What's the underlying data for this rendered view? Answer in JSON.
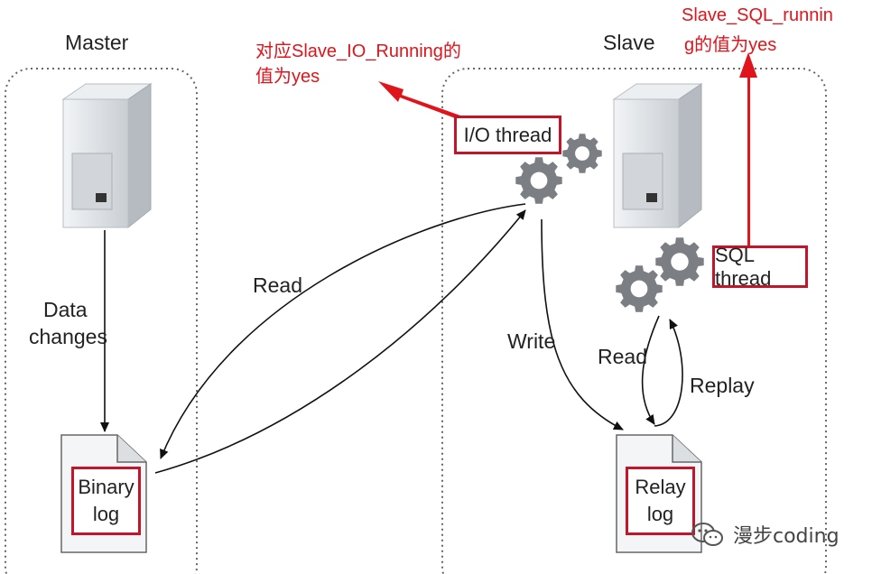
{
  "master": {
    "title": "Master",
    "data_changes": [
      "Data",
      "changes"
    ],
    "binary_log": [
      "Binary",
      "log"
    ]
  },
  "slave": {
    "title": "Slave",
    "relay_log": [
      "Relay",
      "log"
    ]
  },
  "threads": {
    "io": "I/O thread",
    "sql": "SQL thread"
  },
  "arrows": {
    "read_master": "Read",
    "write": "Write",
    "read_slave": "Read",
    "replay": "Replay"
  },
  "annotations": {
    "io_note": [
      "对应Slave_IO_Running的",
      "值为yes"
    ],
    "sql_note": [
      "Slave_SQL_runnin",
      "g的值为yes"
    ]
  },
  "watermark": "漫步coding",
  "colors": {
    "annotation": "#e0141b",
    "box_border": "#c2152a",
    "gear": "#7b7f84",
    "server": "#dfe2e5"
  }
}
